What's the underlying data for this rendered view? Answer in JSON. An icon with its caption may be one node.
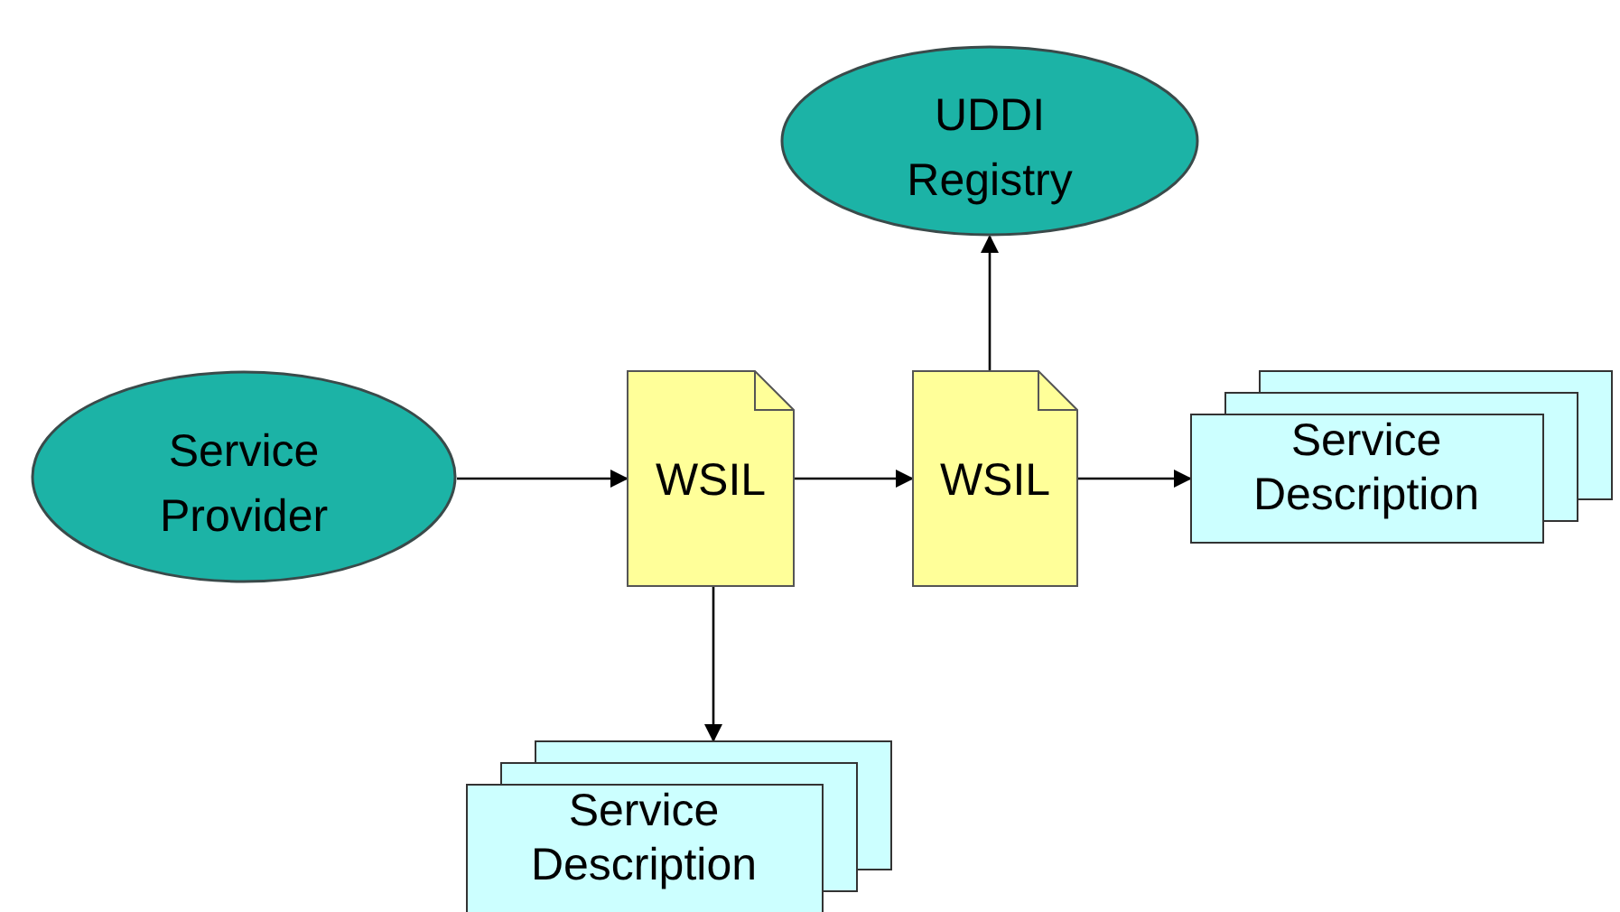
{
  "diagram": {
    "nodes": [
      {
        "text": [
          "Service Provider"
        ]
      },
      {
        "text": [
          "WSIL"
        ]
      },
      {
        "text": [
          "WSIL"
        ]
      },
      {
        "text": [
          "UDDI Registry"
        ]
      },
      {
        "text": [
          "Service Description"
        ]
      },
      {
        "text": [
          "Service Description"
        ]
      }
    ],
    "edges": [
      {
        "from": 0,
        "to": 1,
        "arrow": "to"
      },
      {
        "from": 1,
        "to": 2,
        "arrow": "to"
      },
      {
        "from": 2,
        "to": 3,
        "arrow": "to"
      },
      {
        "from": 2,
        "to": 4,
        "arrow": "to"
      },
      {
        "from": 1,
        "to": 5,
        "arrow": "to"
      }
    ]
  }
}
